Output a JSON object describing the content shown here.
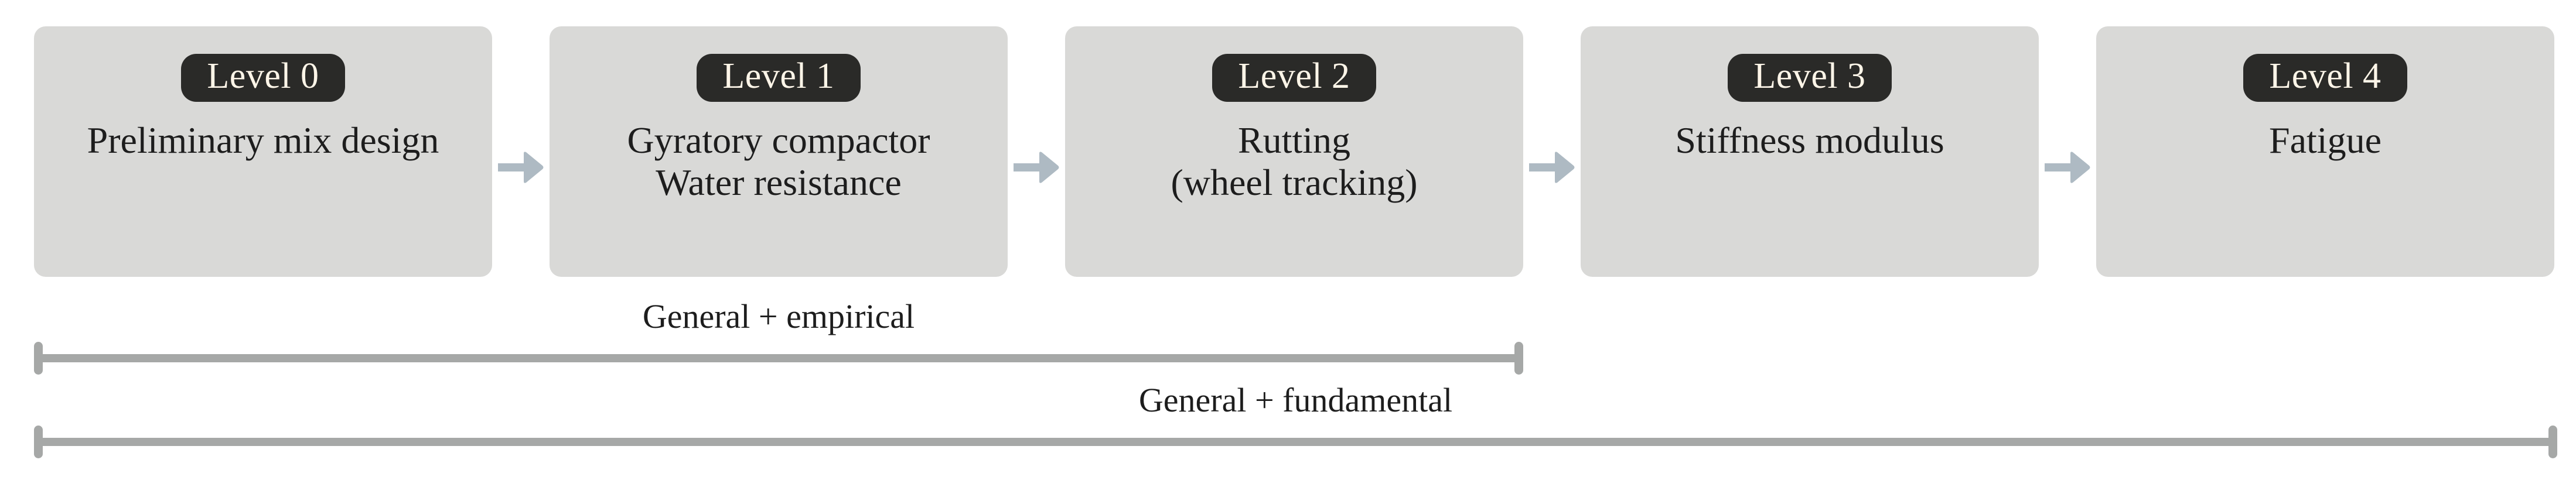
{
  "diagram": {
    "type": "process-flow",
    "title": "",
    "colors": {
      "box_background": "#d9d9d7",
      "badge_background": "#2a2a28",
      "badge_text": "#fdf5e8",
      "body_text": "#1d1d1d",
      "arrow": "#aebac3",
      "bracket": "#a6a8a7",
      "page_background": "#ffffff"
    },
    "stages": [
      {
        "badge": "Level 0",
        "lines": [
          "Preliminary mix design"
        ]
      },
      {
        "badge": "Level 1",
        "lines": [
          "Gyratory compactor",
          "Water resistance"
        ]
      },
      {
        "badge": "Level 2",
        "lines": [
          "Rutting",
          "(wheel tracking)"
        ]
      },
      {
        "badge": "Level 3",
        "lines": [
          "Stiffness modulus"
        ]
      },
      {
        "badge": "Level 4",
        "lines": [
          "Fatigue"
        ]
      }
    ],
    "connectors": [
      {
        "icon": "arrow-right-icon",
        "from": "Level 0",
        "to": "Level 1"
      },
      {
        "icon": "arrow-right-icon",
        "from": "Level 1",
        "to": "Level 2"
      },
      {
        "icon": "arrow-right-icon",
        "from": "Level 2",
        "to": "Level 3"
      },
      {
        "icon": "arrow-right-icon",
        "from": "Level 3",
        "to": "Level 4"
      }
    ],
    "brackets": [
      {
        "label": "General + empirical",
        "spans_levels": [
          "Level 0",
          "Level 1",
          "Level 2"
        ]
      },
      {
        "label": "General + fundamental",
        "spans_levels": [
          "Level 0",
          "Level 1",
          "Level 2",
          "Level 3",
          "Level 4"
        ]
      }
    ]
  }
}
